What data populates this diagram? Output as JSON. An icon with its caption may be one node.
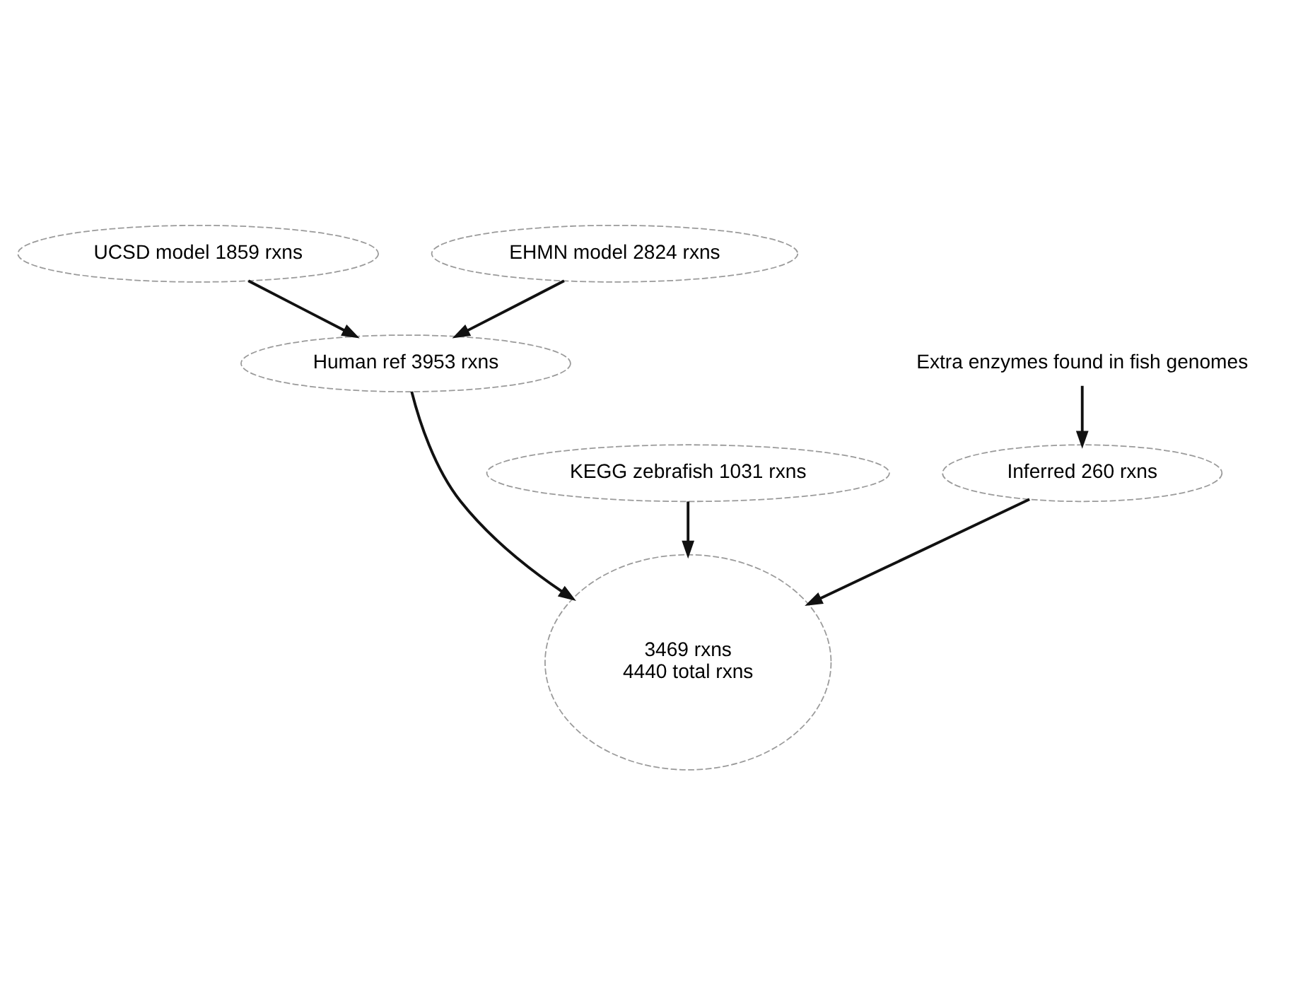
{
  "diagram": {
    "nodes": [
      {
        "text": [
          "UCSD model 1859 rxns"
        ]
      },
      {
        "text": [
          "EHMN model 2824 rxns"
        ]
      },
      {
        "text": [
          "Human ref 3953 rxns"
        ]
      },
      {
        "text": [
          "Extra enzymes found in fish genomes"
        ]
      },
      {
        "text": [
          "KEGG zebrafish 1031 rxns"
        ]
      },
      {
        "text": [
          "Inferred 260 rxns"
        ]
      },
      {
        "text": [
          "3469 rxns",
          "4440 total rxns"
        ]
      }
    ],
    "edges": [
      {
        "from": 0,
        "to": 2,
        "arrow": "to"
      },
      {
        "from": 1,
        "to": 2,
        "arrow": "to"
      },
      {
        "from": 3,
        "to": 5,
        "arrow": "to"
      },
      {
        "from": 2,
        "to": 6,
        "arrow": "to"
      },
      {
        "from": 4,
        "to": 6,
        "arrow": "to"
      },
      {
        "from": 5,
        "to": 6,
        "arrow": "to"
      }
    ]
  }
}
